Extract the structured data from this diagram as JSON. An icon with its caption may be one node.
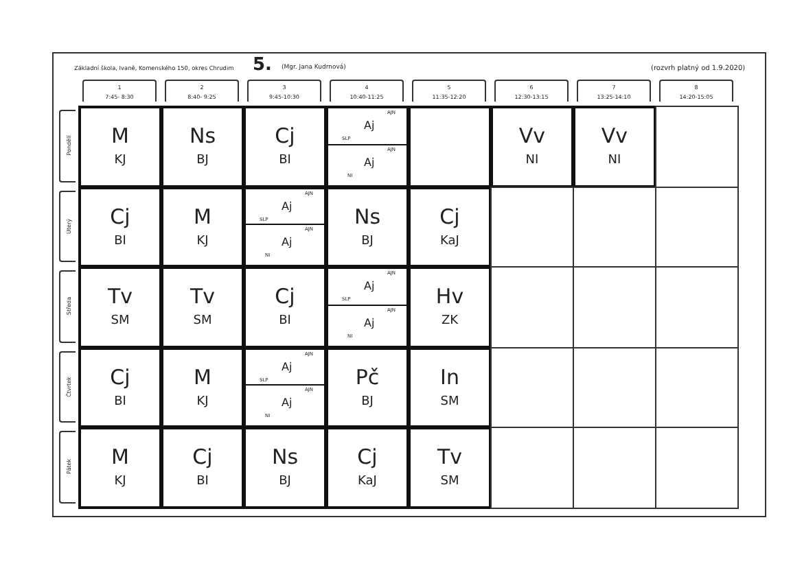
{
  "diagram": {
    "labels": [
      "Základní škola, Ivaně, Komenského 150, okres Chrudim",
      "5.",
      "(Mgr. Jana Kudrnová)",
      "(rozvrh platný od 1.9.2020)",
      "1",
      "7:45- 8:30",
      "2",
      "8:40- 9:25",
      "3",
      "9:45-10:30",
      "4",
      "10:40-11:25",
      "5",
      "11:35-12:20",
      "6",
      "12:30-13:15",
      "7",
      "13:25-14:10",
      "8",
      "14:20-15:05",
      "Pondělí",
      "M",
      "KJ",
      "Ns",
      "BJ",
      "Cj",
      "BI",
      "AJN",
      "Aj",
      "SLP",
      "AJN",
      "Aj",
      "NI",
      "Vv",
      "NI",
      "Vv",
      "NI",
      "Úterý",
      "Cj",
      "BI",
      "M",
      "KJ",
      "AJN",
      "Aj",
      "SLP",
      "AJN",
      "Aj",
      "NI",
      "Ns",
      "BJ",
      "Cj",
      "KaJ",
      "Středa",
      "Tv",
      "SM",
      "Tv",
      "SM",
      "Cj",
      "BI",
      "AJN",
      "Aj",
      "SLP",
      "AJN",
      "Aj",
      "NI",
      "Hv",
      "ZK",
      "Čtvrtek",
      "Cj",
      "BI",
      "M",
      "KJ",
      "AJN",
      "Aj",
      "SLP",
      "AJN",
      "Aj",
      "NI",
      "Pč",
      "BJ",
      "In",
      "SM",
      "Pátek",
      "M",
      "KJ",
      "Cj",
      "BI",
      "Ns",
      "BJ",
      "Cj",
      "KaJ",
      "Tv",
      "SM"
    ]
  }
}
